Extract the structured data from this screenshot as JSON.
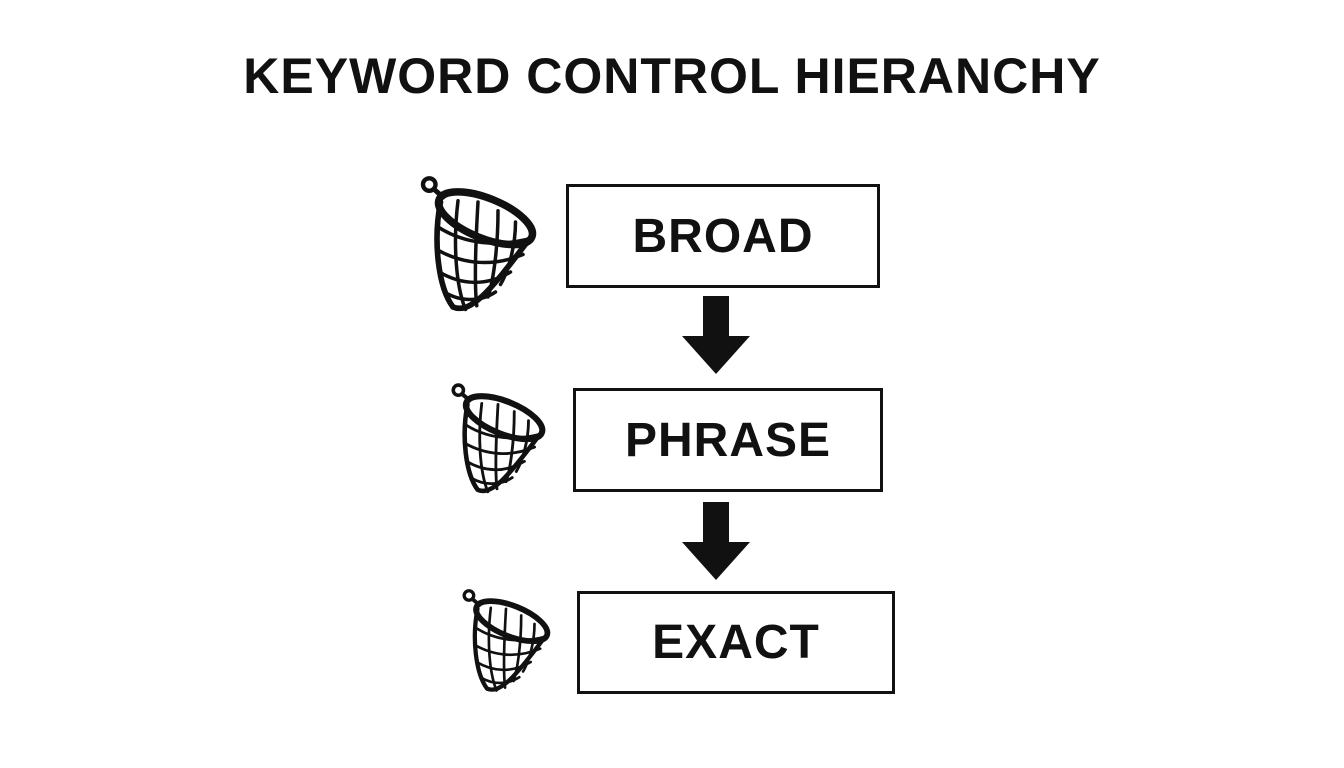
{
  "title": "KEYWORD CONTROL HIERANCHY",
  "levels": [
    {
      "label": "BROAD",
      "icon": "net-icon"
    },
    {
      "label": "PHRASE",
      "icon": "net-icon"
    },
    {
      "label": "EXACT",
      "icon": "net-icon"
    }
  ],
  "connector_icon": "arrow-down-icon",
  "colors": {
    "background": "#ffffff",
    "ink": "#111111"
  }
}
